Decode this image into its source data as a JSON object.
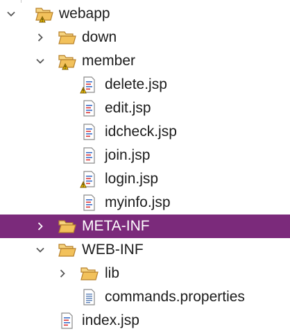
{
  "tree": {
    "items": [
      {
        "label": "webapp",
        "state": "expanded",
        "icon": "folder-open-warning-icon"
      },
      {
        "label": "down",
        "state": "collapsed",
        "icon": "folder-open-icon"
      },
      {
        "label": "member",
        "state": "expanded",
        "icon": "folder-open-warning-icon"
      },
      {
        "label": "delete.jsp",
        "icon": "jsp-file-warning-icon"
      },
      {
        "label": "edit.jsp",
        "icon": "jsp-file-icon"
      },
      {
        "label": "idcheck.jsp",
        "icon": "jsp-file-icon"
      },
      {
        "label": "join.jsp",
        "icon": "jsp-file-icon"
      },
      {
        "label": "login.jsp",
        "icon": "jsp-file-warning-icon"
      },
      {
        "label": "myinfo.jsp",
        "icon": "jsp-file-icon"
      },
      {
        "label": "META-INF",
        "state": "collapsed",
        "selected": true,
        "icon": "folder-open-icon"
      },
      {
        "label": "WEB-INF",
        "state": "expanded",
        "icon": "folder-open-icon"
      },
      {
        "label": "lib",
        "state": "collapsed",
        "icon": "folder-open-icon"
      },
      {
        "label": "commands.properties",
        "icon": "properties-file-icon"
      },
      {
        "label": "index.jsp",
        "icon": "jsp-file-icon"
      }
    ]
  },
  "colors": {
    "selection": "#7b2a7b",
    "folder": "#e8b04a",
    "warning": "#f2c200"
  }
}
